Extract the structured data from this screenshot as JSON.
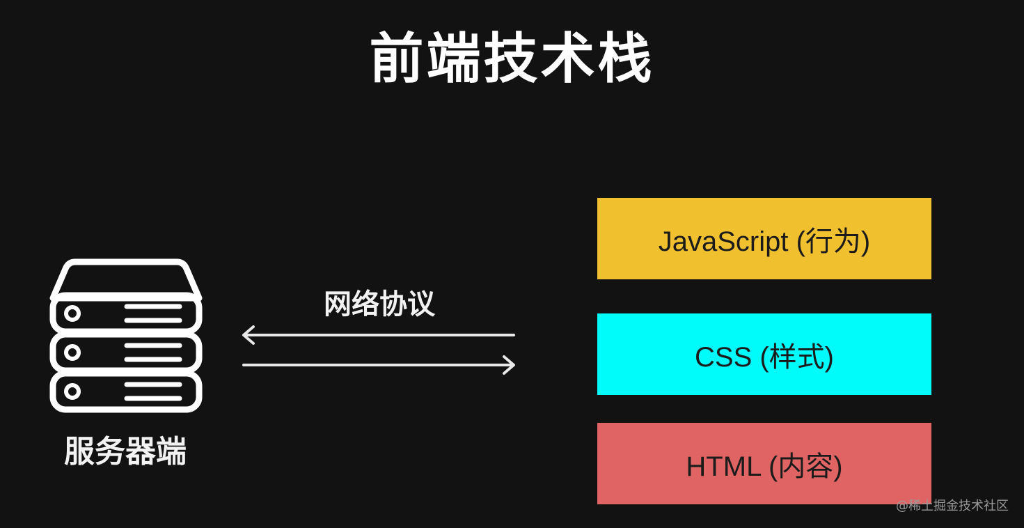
{
  "title": "前端技术栈",
  "server": {
    "label": "服务器端",
    "icon": "server-stack-icon"
  },
  "protocol": {
    "label": "网络协议",
    "arrow_icons": [
      "arrow-left-icon",
      "arrow-right-icon"
    ]
  },
  "layers": [
    {
      "label": "JavaScript (行为)",
      "color": "#f0c02e"
    },
    {
      "label": "CSS (样式)",
      "color": "#00fbfb"
    },
    {
      "label": "HTML (内容)",
      "color": "#e06464"
    }
  ],
  "colors": {
    "background": "#121212",
    "foreground": "#ffffff"
  },
  "watermark": "@稀土掘金技术社区"
}
